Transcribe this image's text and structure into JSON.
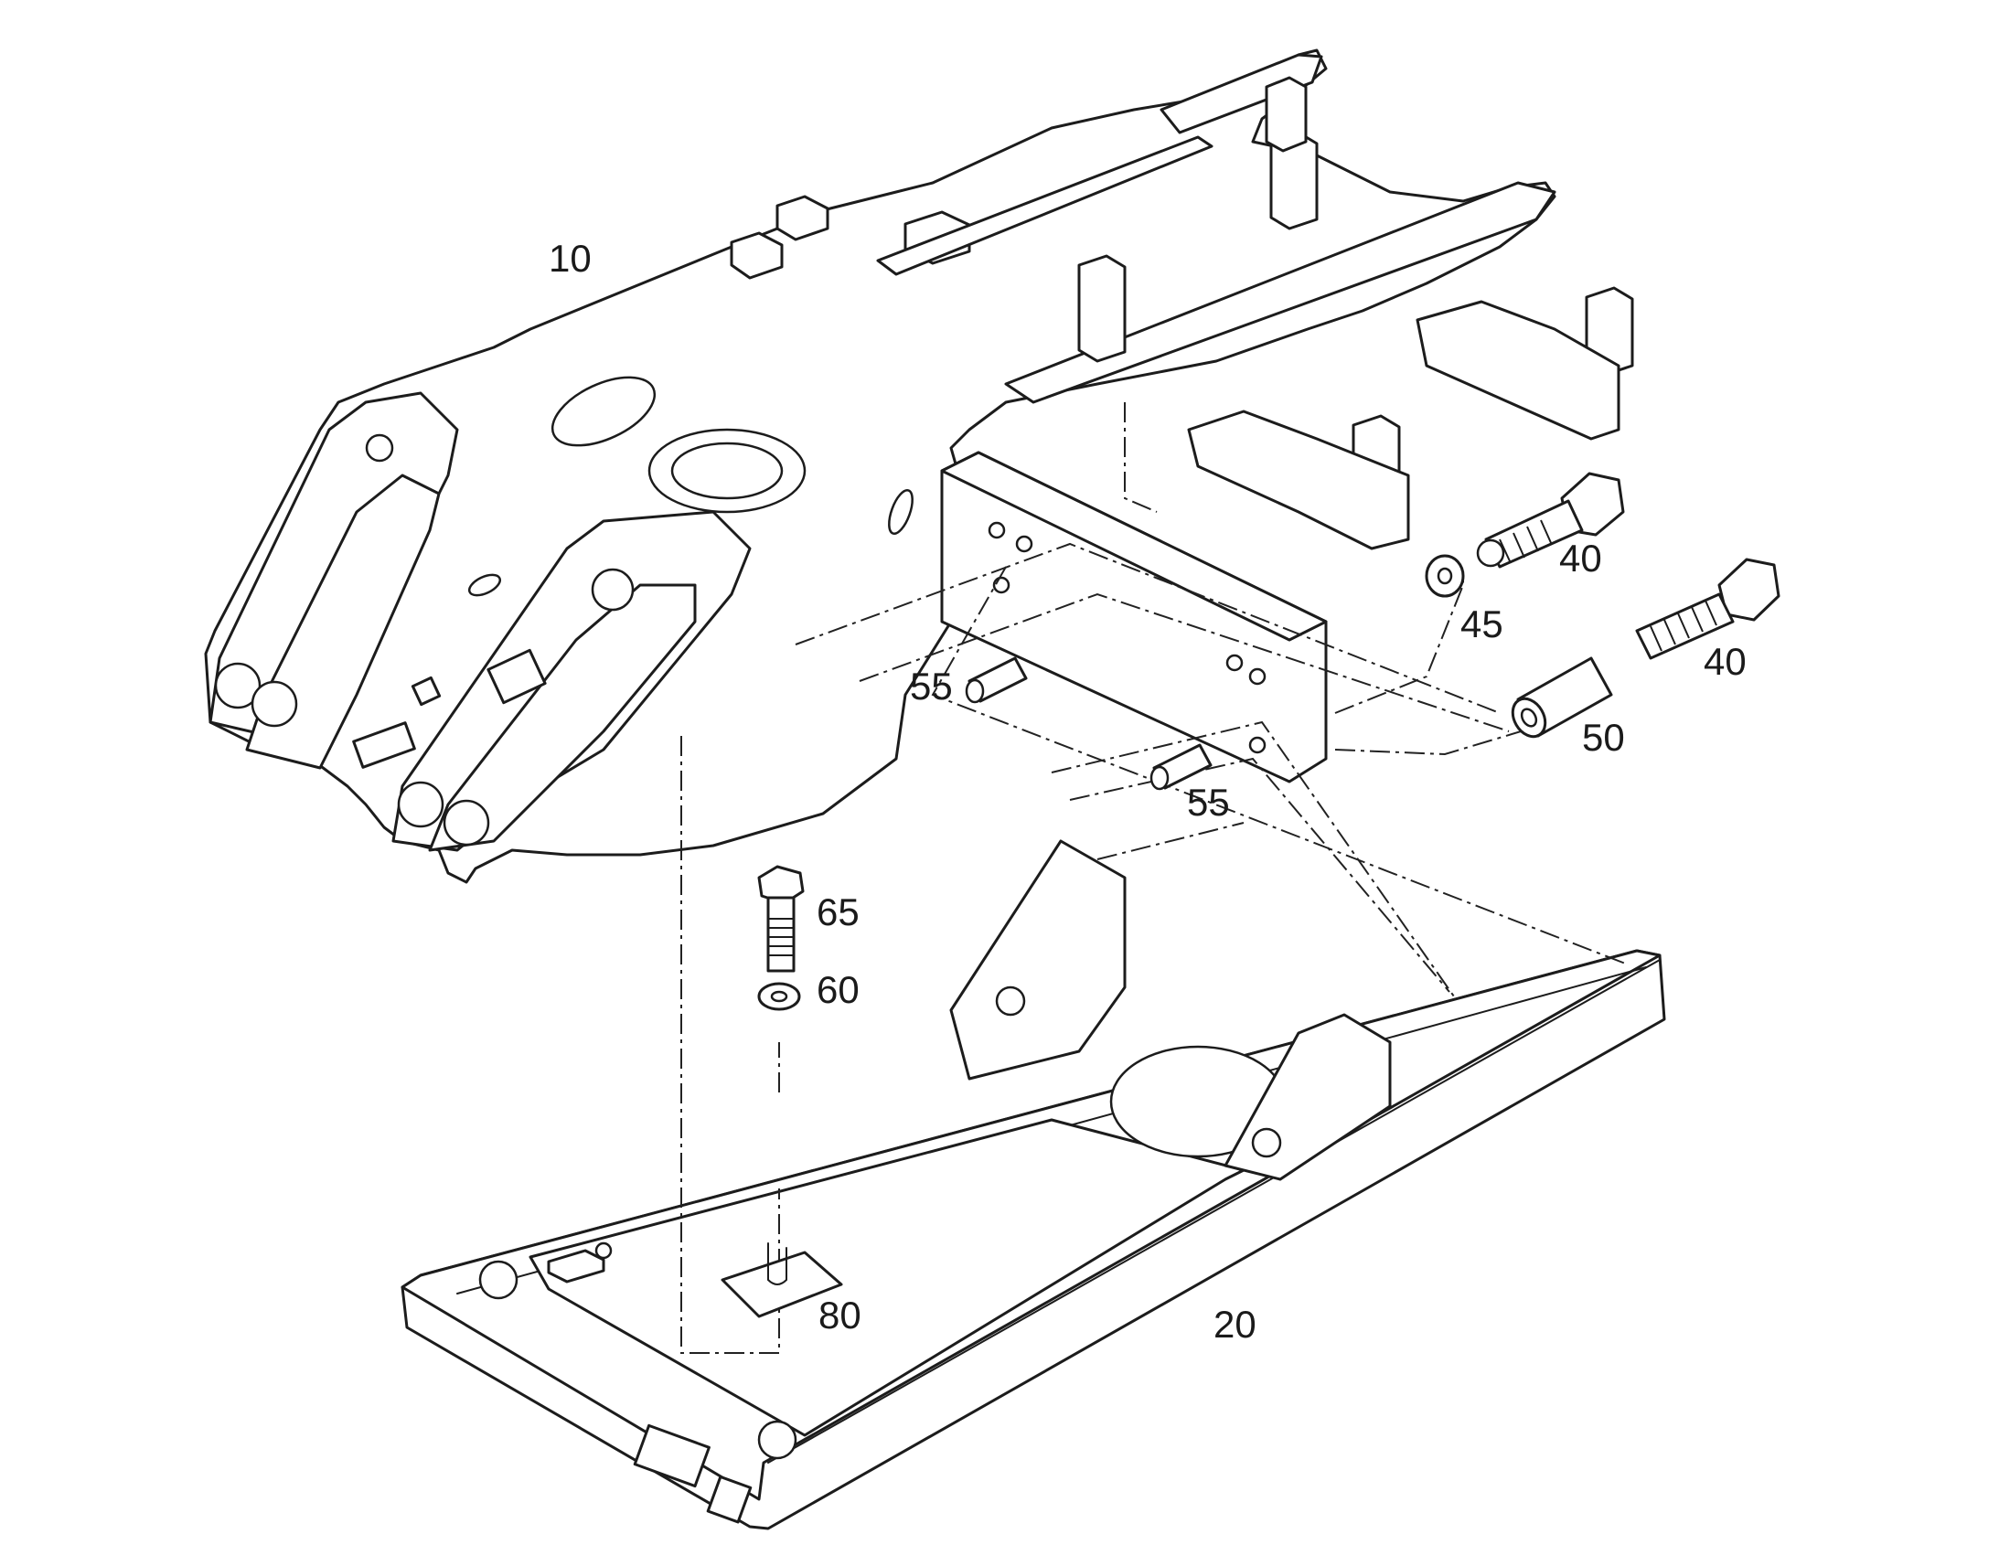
{
  "figure": {
    "callouts": [
      {
        "id": "10",
        "name": "callout-10",
        "text": "10"
      },
      {
        "id": "20",
        "name": "callout-20",
        "text": "20"
      },
      {
        "id": "40a",
        "name": "callout-40-upper",
        "text": "40"
      },
      {
        "id": "40b",
        "name": "callout-40-lower",
        "text": "40"
      },
      {
        "id": "45",
        "name": "callout-45",
        "text": "45"
      },
      {
        "id": "50",
        "name": "callout-50",
        "text": "50"
      },
      {
        "id": "55a",
        "name": "callout-55-left",
        "text": "55"
      },
      {
        "id": "55b",
        "name": "callout-55-right",
        "text": "55"
      },
      {
        "id": "60",
        "name": "callout-60",
        "text": "60"
      },
      {
        "id": "65",
        "name": "callout-65",
        "text": "65"
      },
      {
        "id": "80",
        "name": "callout-80",
        "text": "80"
      }
    ]
  }
}
